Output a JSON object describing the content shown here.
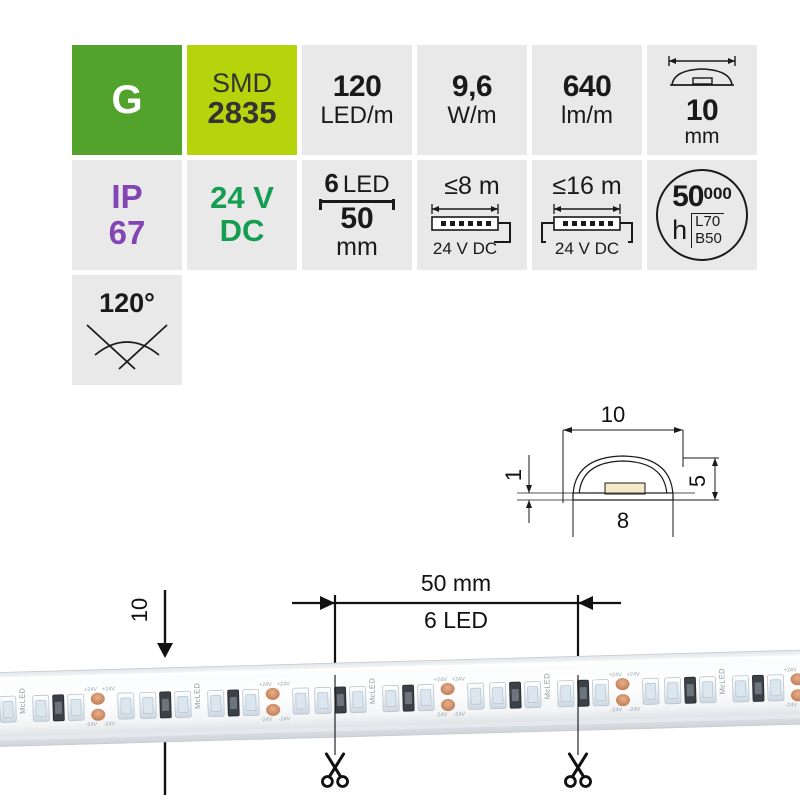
{
  "product_icons": {
    "row1": [
      {
        "id": "color-badge",
        "name": "green-color-badge",
        "letter": "G",
        "bg": "#52a32c",
        "fg": "#ffffff"
      },
      {
        "id": "led-type",
        "name": "smd-type-badge",
        "line1": "SMD",
        "line2": "2835",
        "bg": "#b5d40b",
        "fg": "#333333"
      },
      {
        "id": "led-density",
        "name": "led-density",
        "value": "120",
        "unit": "LED/m"
      },
      {
        "id": "power",
        "name": "power-per-meter",
        "value": "9,6",
        "unit": "W/m"
      },
      {
        "id": "luminous-flux",
        "name": "luminous-flux-per-meter",
        "value": "640",
        "unit": "lm/m"
      },
      {
        "id": "width",
        "name": "strip-width",
        "value": "10",
        "unit": "mm"
      }
    ],
    "row2": [
      {
        "id": "ip-rating",
        "name": "ip-rating",
        "line1": "IP",
        "line2": "67",
        "fg": "#8246b4"
      },
      {
        "id": "voltage",
        "name": "supply-voltage",
        "line1": "24 V",
        "line2": "DC",
        "fg": "#159d52"
      },
      {
        "id": "cut-unit",
        "name": "cutting-unit",
        "top_count": "6",
        "top_unit": "LED",
        "bottom_value": "50",
        "bottom_unit": "mm"
      },
      {
        "id": "max-run-single",
        "name": "max-length-single-feed",
        "limit": "≤8 m",
        "supply": "24 V DC"
      },
      {
        "id": "max-run-double",
        "name": "max-length-double-feed",
        "limit": "≤16 m",
        "supply": "24 V DC"
      },
      {
        "id": "lifetime",
        "name": "lifetime-rating",
        "value": "50",
        "thousands": "000",
        "unit": "h",
        "l_value": "L70",
        "b_value": "B50"
      }
    ],
    "row3": [
      {
        "id": "beam-angle",
        "name": "beam-angle",
        "value": "120°"
      }
    ]
  },
  "cross_section": {
    "title": "strip-cross-section",
    "overall_width": "10",
    "base_width": "8",
    "height": "5",
    "pcb_thickness": "1"
  },
  "strip_photo": {
    "title": "led-strip-photo",
    "width_label": "10",
    "segment_length": "50 mm",
    "segment_leds": "6 LED",
    "brand_text": "McLED",
    "pad_label_pos": "+24V",
    "pad_label_neg": "-24V",
    "cut_marker": "scissors"
  },
  "colors": {
    "tile_bg": "#e9e9e9",
    "green_dark": "#52a32c",
    "green_lime": "#b5d40b",
    "purple": "#8246b4",
    "green_text": "#159d52",
    "ink": "#1a1a1a"
  }
}
